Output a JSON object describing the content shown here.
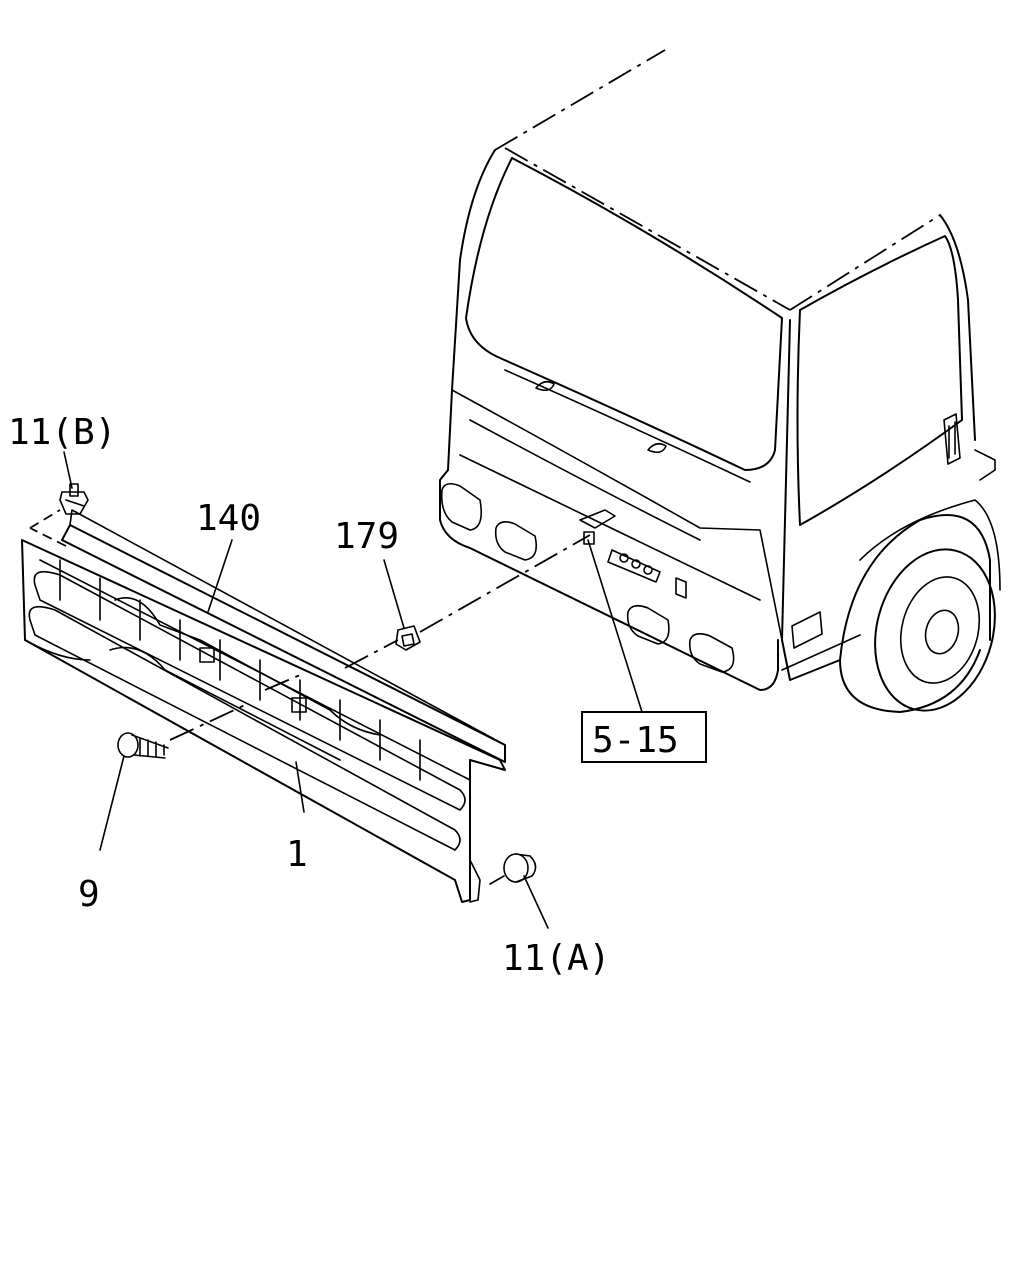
{
  "labels": {
    "clip_b": "11(B)",
    "molding": "140",
    "nut": "179",
    "ref": "5-15",
    "grille": "1",
    "screw": "9",
    "clip_a": "11(A)"
  }
}
